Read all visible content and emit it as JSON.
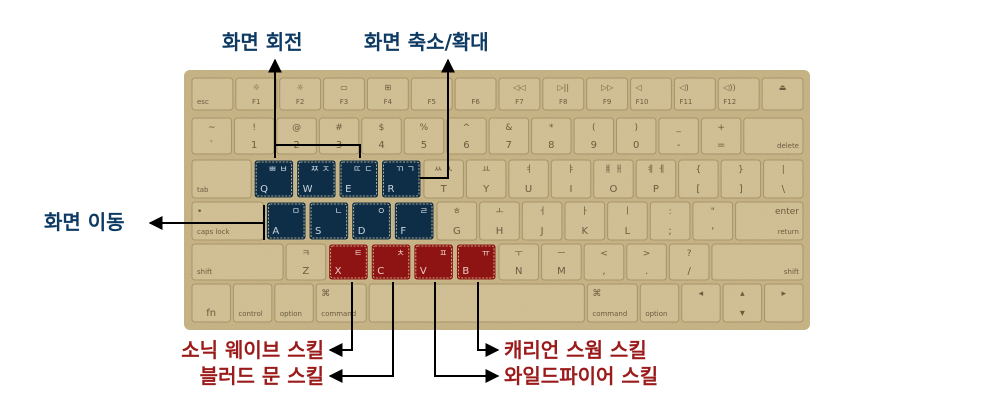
{
  "colors": {
    "keyboard_bg": "#cdb98a",
    "key_bg": "#d8c9a0",
    "key_border": "#a8946a",
    "key_text": "#6b5c40",
    "highlight_blue": "#0e2e48",
    "highlight_red": "#8e1414",
    "label_blue": "#0d3a63",
    "label_red": "#9b1a1a"
  },
  "labels": {
    "rotate": "화면 회전",
    "zoom": "화면 축소/확대",
    "move": "화면 이동",
    "sonic": "소닉 웨이브 스킬",
    "blood": "블러드 문 스킬",
    "carrion": "캐리언 스웜 스킬",
    "wildfire": "와일드파이어 스킬"
  },
  "keyboard": {
    "rows": [
      [
        {
          "top": "",
          "bottom": "esc",
          "w": 1
        },
        {
          "top": "☼",
          "bottom": "F1",
          "w": 1
        },
        {
          "top": "☼",
          "bottom": "F2",
          "w": 1
        },
        {
          "top": "▭",
          "bottom": "F3",
          "w": 1
        },
        {
          "top": "⊞",
          "bottom": "F4",
          "w": 1
        },
        {
          "top": "",
          "bottom": "F5",
          "w": 1
        },
        {
          "top": "",
          "bottom": "F6",
          "w": 1
        },
        {
          "top": "◁◁",
          "bottom": "F7",
          "w": 1
        },
        {
          "top": "▷||",
          "bottom": "F8",
          "w": 1
        },
        {
          "top": "▷▷",
          "bottom": "F9",
          "w": 1
        },
        {
          "top": "◁",
          "bottom": "F10",
          "w": 1
        },
        {
          "top": "◁)",
          "bottom": "F11",
          "w": 1
        },
        {
          "top": "◁))",
          "bottom": "F12",
          "w": 1
        },
        {
          "top": "⏏",
          "bottom": "",
          "w": 1
        }
      ],
      [
        {
          "top": "~",
          "bottom": "`",
          "w": 1
        },
        {
          "top": "!",
          "bottom": "1",
          "w": 1
        },
        {
          "top": "@",
          "bottom": "2",
          "w": 1
        },
        {
          "top": "#",
          "bottom": "3",
          "w": 1
        },
        {
          "top": "$",
          "bottom": "4",
          "w": 1
        },
        {
          "top": "%",
          "bottom": "5",
          "w": 1
        },
        {
          "top": "^",
          "bottom": "6",
          "w": 1
        },
        {
          "top": "&",
          "bottom": "7",
          "w": 1
        },
        {
          "top": "*",
          "bottom": "8",
          "w": 1
        },
        {
          "top": "(",
          "bottom": "9",
          "w": 1
        },
        {
          "top": ")",
          "bottom": "0",
          "w": 1
        },
        {
          "top": "_",
          "bottom": "-",
          "w": 1
        },
        {
          "top": "+",
          "bottom": "=",
          "w": 1
        },
        {
          "top": "",
          "bottom": "delete",
          "w": 1.5
        }
      ],
      [
        {
          "top": "",
          "bottom": "tab",
          "w": 1.5
        },
        {
          "top": "ㅃ ㅂ",
          "bottom": "Q",
          "w": 1,
          "hl": "blue"
        },
        {
          "top": "ㅉ ㅈ",
          "bottom": "W",
          "w": 1,
          "hl": "blue"
        },
        {
          "top": "ㄸ ㄷ",
          "bottom": "E",
          "w": 1,
          "hl": "blue"
        },
        {
          "top": "ㄲ ㄱ",
          "bottom": "R",
          "w": 1,
          "hl": "blue"
        },
        {
          "top": "ㅆ ㅅ",
          "bottom": "T",
          "w": 1
        },
        {
          "top": "ㅛ",
          "bottom": "Y",
          "w": 1
        },
        {
          "top": "ㅕ",
          "bottom": "U",
          "w": 1
        },
        {
          "top": "ㅑ",
          "bottom": "I",
          "w": 1
        },
        {
          "top": "ㅒ ㅐ",
          "bottom": "O",
          "w": 1
        },
        {
          "top": "ㅖ ㅔ",
          "bottom": "P",
          "w": 1
        },
        {
          "top": "{",
          "bottom": "[",
          "w": 1
        },
        {
          "top": "}",
          "bottom": "]",
          "w": 1
        },
        {
          "top": "|",
          "bottom": "\\",
          "w": 1
        }
      ],
      [
        {
          "top": "•",
          "bottom": "caps lock",
          "w": 1.8
        },
        {
          "top": "ㅁ",
          "bottom": "A",
          "w": 1,
          "hl": "blue"
        },
        {
          "top": "ㄴ",
          "bottom": "S",
          "w": 1,
          "hl": "blue"
        },
        {
          "top": "ㅇ",
          "bottom": "D",
          "w": 1,
          "hl": "blue"
        },
        {
          "top": "ㄹ",
          "bottom": "F",
          "w": 1,
          "hl": "blue"
        },
        {
          "top": "ㅎ",
          "bottom": "G",
          "w": 1
        },
        {
          "top": "ㅗ",
          "bottom": "H",
          "w": 1
        },
        {
          "top": "ㅓ",
          "bottom": "J",
          "w": 1
        },
        {
          "top": "ㅏ",
          "bottom": "K",
          "w": 1
        },
        {
          "top": "ㅣ",
          "bottom": "L",
          "w": 1
        },
        {
          "top": ":",
          "bottom": ";",
          "w": 1
        },
        {
          "top": "\"",
          "bottom": "'",
          "w": 1
        },
        {
          "top": "enter",
          "bottom": "return",
          "w": 1.7
        }
      ],
      [
        {
          "top": "",
          "bottom": "shift",
          "w": 2.3
        },
        {
          "top": "ㅋ",
          "bottom": "Z",
          "w": 1
        },
        {
          "top": "ㅌ",
          "bottom": "X",
          "w": 1,
          "hl": "red"
        },
        {
          "top": "ㅊ",
          "bottom": "C",
          "w": 1,
          "hl": "red"
        },
        {
          "top": "ㅍ",
          "bottom": "V",
          "w": 1,
          "hl": "red"
        },
        {
          "top": "ㅠ",
          "bottom": "B",
          "w": 1,
          "hl": "red"
        },
        {
          "top": "ㅜ",
          "bottom": "N",
          "w": 1
        },
        {
          "top": "ㅡ",
          "bottom": "M",
          "w": 1
        },
        {
          "top": "<",
          "bottom": ",",
          "w": 1
        },
        {
          "top": ">",
          "bottom": ".",
          "w": 1
        },
        {
          "top": "?",
          "bottom": "/",
          "w": 1
        },
        {
          "top": "",
          "bottom": "shift",
          "w": 2.3
        }
      ],
      [
        {
          "top": "",
          "bottom": "fn",
          "w": 1
        },
        {
          "top": "",
          "bottom": "control",
          "w": 1
        },
        {
          "top": "",
          "bottom": "option",
          "w": 1
        },
        {
          "top": "⌘",
          "bottom": "command",
          "w": 1.3
        },
        {
          "top": "",
          "bottom": "",
          "w": 5.6
        },
        {
          "top": "⌘",
          "bottom": "command",
          "w": 1.3
        },
        {
          "top": "",
          "bottom": "option",
          "w": 1
        },
        {
          "top": "◂",
          "bottom": "",
          "w": 1
        },
        {
          "top": "▴",
          "bottom": "▾",
          "w": 1
        },
        {
          "top": "▸",
          "bottom": "",
          "w": 1
        }
      ]
    ]
  }
}
